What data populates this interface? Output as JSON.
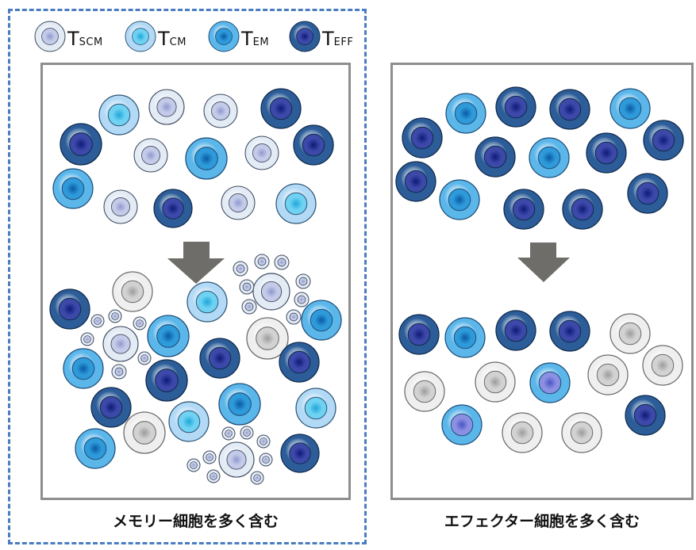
{
  "legend": [
    {
      "key": "TSCM",
      "base": "T",
      "sub": "SCM",
      "type": "scm"
    },
    {
      "key": "TCM",
      "base": "T",
      "sub": "CM",
      "type": "cm"
    },
    {
      "key": "TEM",
      "base": "T",
      "sub": "EM",
      "type": "em"
    },
    {
      "key": "TEFF",
      "base": "T",
      "sub": "EFF",
      "type": "eff"
    }
  ],
  "captions": {
    "left": "メモリー細胞を多く含む",
    "right": "エフェクター細胞を多く含む"
  },
  "cell_types": {
    "scm": {
      "membrane": "#e3ebf5",
      "nucleus_outer": "#c4cbe8",
      "nucleus_inner": "#8f98cf",
      "stroke": "#3e4a5e"
    },
    "cm": {
      "membrane": "#b2d9f5",
      "nucleus_outer": "#6fd2f2",
      "nucleus_inner": "#1ea6da",
      "stroke": "#2f5676"
    },
    "em": {
      "membrane": "#5bb6ea",
      "nucleus_outer": "#2e9ad9",
      "nucleus_inner": "#0a5aa5",
      "stroke": "#1d4f7a"
    },
    "eff": {
      "membrane": "#2c5d98",
      "nucleus_outer": "#3d49a9",
      "nucleus_inner": "#0f1a78",
      "stroke": "#0f2a4c"
    },
    "dead": {
      "membrane": "#efefef",
      "nucleus_outer": "#d2d2d2",
      "nucleus_inner": "#9c9c9c",
      "stroke": "#6c6c6c"
    },
    "emlav": {
      "membrane": "#5bb6ea",
      "nucleus_outer": "#8c90e2",
      "nucleus_inner": "#4a55c4",
      "stroke": "#1d4f7a"
    }
  },
  "arrow_color": "#6f6d6a",
  "frame_color": "#4a7cc0",
  "panel_border_color": "#8e8e8e"
}
